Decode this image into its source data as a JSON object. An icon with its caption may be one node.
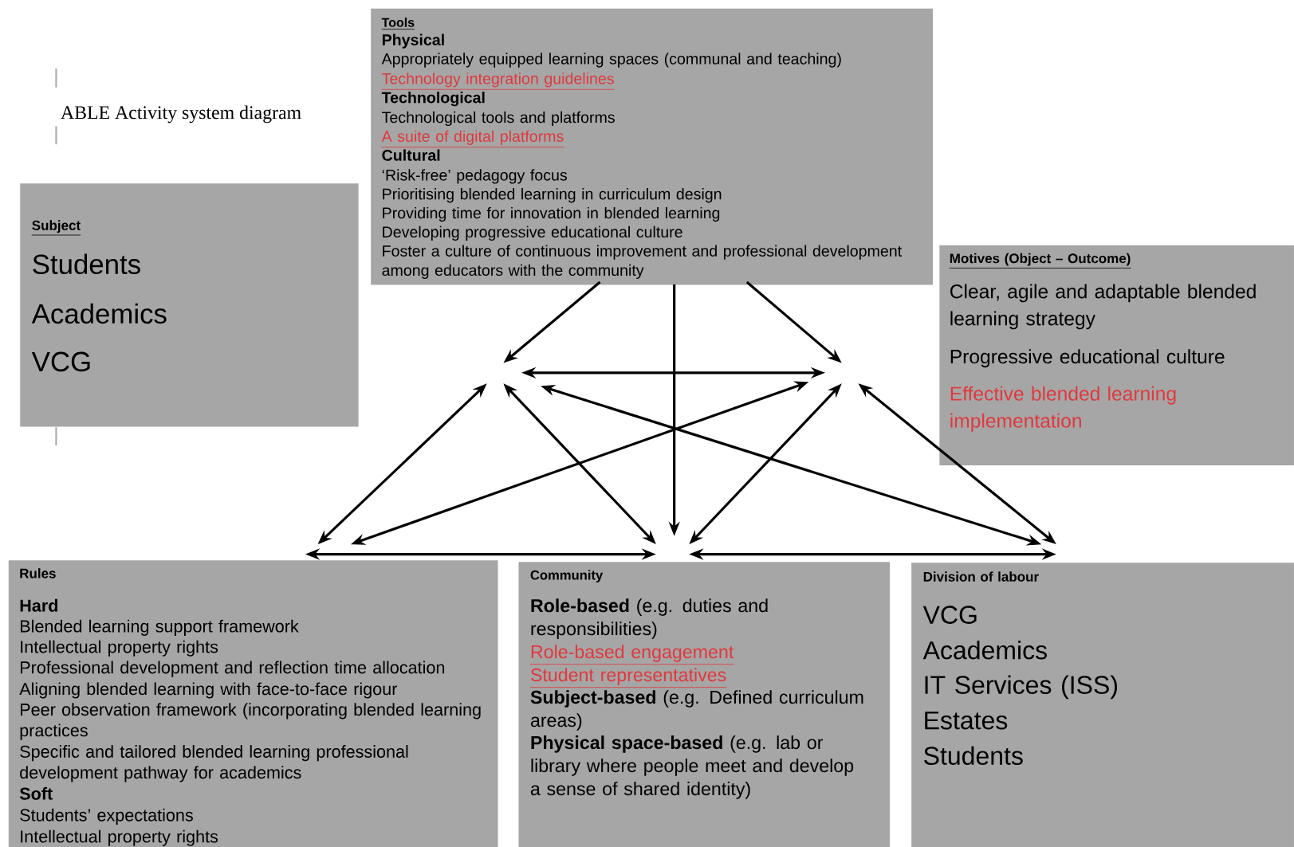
{
  "diagram": {
    "title": "ABLE Activity system diagram",
    "nodes": [
      {
        "text": [
          "Tools",
          "Physical",
          "Appropriately equipped learning spaces (communal and teaching)",
          "Technology integration guidelines",
          "Technological",
          "Technological tools and platforms",
          "A suite of digital platforms",
          "Cultural",
          "‘Risk-free’ pedagogy focus",
          "Prioritising blended learning in curriculum design",
          "Providing time for innovation in blended learning",
          "Developing progressive educational culture",
          "Foster a culture of continuous improvement and professional development among educators with the community"
        ]
      },
      {
        "text": [
          "Subject",
          "Students",
          "Academics",
          "VCG"
        ]
      },
      {
        "text": [
          "Motives (Object – Outcome)",
          "Clear, agile and adaptable blended learning strategy",
          "Progressive educational culture",
          "Effective blended learning implementation"
        ]
      },
      {
        "text": [
          "Rules",
          "Hard",
          "Blended learning support framework",
          "Intellectual property rights",
          "Professional development and reflection time allocation",
          "Aligning blended learning with face-to-face rigour",
          "Peer observation framework (incorporating blended learning practices",
          "Specific and tailored blended learning professional development pathway for academics",
          "Soft",
          "Students’ expectations",
          "Intellectual property rights"
        ]
      },
      {
        "text": [
          "Community",
          "**Role-based** (e.g. duties and responsibilities)",
          "Role-based engagement",
          "Student representatives",
          "**Subject-based** (e.g. Defined curriculum areas)",
          "**Physical space-based** (e.g. lab or library where people meet and develop a sense of shared identity)"
        ]
      },
      {
        "text": [
          "Division of labour",
          "VCG",
          "Academics",
          "IT Services (ISS)",
          "Estates",
          "Students"
        ]
      }
    ],
    "edges": [
      {
        "from": 0,
        "to": null,
        "arrow": "to"
      },
      {
        "from": 0,
        "to": 4,
        "arrow": "to"
      },
      {
        "from": 0,
        "to": null,
        "arrow": "to"
      },
      {
        "from": null,
        "to": 3,
        "arrow": "both"
      },
      {
        "from": null,
        "to": 4,
        "arrow": "both"
      },
      {
        "from": null,
        "to": 5,
        "arrow": "both"
      },
      {
        "from": null,
        "to": 3,
        "arrow": "both"
      },
      {
        "from": null,
        "to": 4,
        "arrow": "both"
      },
      {
        "from": null,
        "to": 5,
        "arrow": "both"
      },
      {
        "from": 3,
        "to": 4,
        "arrow": "both"
      },
      {
        "from": 4,
        "to": 5,
        "arrow": "both"
      }
    ]
  }
}
